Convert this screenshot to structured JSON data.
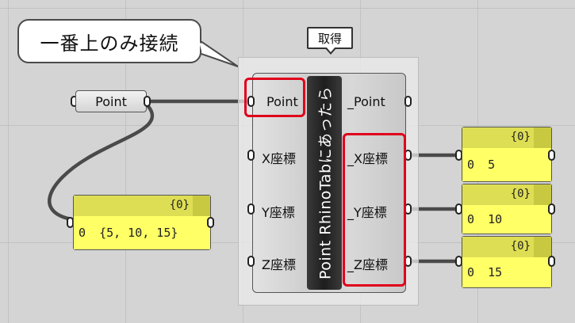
{
  "callout": {
    "text": "一番上のみ接続"
  },
  "tag": {
    "label": "取得"
  },
  "point_param": {
    "label": "Point"
  },
  "component": {
    "title": "Point RhinoTabにあったら",
    "inputs": [
      "Point",
      "X座標",
      "Y座標",
      "Z座標"
    ],
    "outputs": [
      "_Point",
      "_X座標",
      "_Y座標",
      "_Z座標"
    ]
  },
  "input_panel": {
    "path": "{0}",
    "index": "0",
    "value": "{5, 10, 15}"
  },
  "output_panels": [
    {
      "path": "{0}",
      "index": "0",
      "value": "5"
    },
    {
      "path": "{0}",
      "index": "0",
      "value": "10"
    },
    {
      "path": "{0}",
      "index": "0",
      "value": "15"
    }
  ],
  "colors": {
    "highlight": "#e0001b",
    "panel": "#ffff66",
    "wire": "#4a4a4a"
  }
}
